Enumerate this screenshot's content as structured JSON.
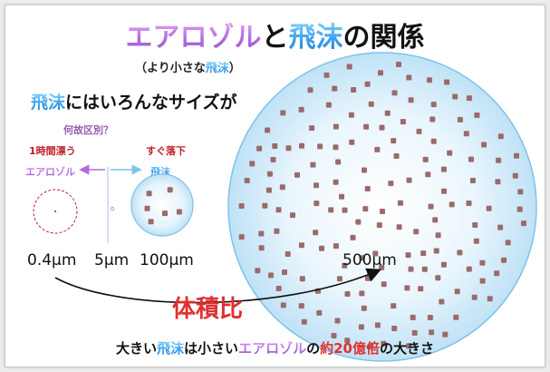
{
  "title": {
    "part1": "エアロゾル",
    "part2": "と",
    "part3": "飛沫",
    "part4": "の関係"
  },
  "subtitle": {
    "open": "（より小さな",
    "hl": "飛沫",
    "close": "）"
  },
  "heading2": {
    "hl": "飛沫",
    "rest": "にはいろんなサイズが"
  },
  "question": "何故区別？",
  "left_label": {
    "top": "1時間漂う",
    "name": "エアロゾル"
  },
  "mid_label": {
    "top": "すぐ落下",
    "name": "飛沫"
  },
  "sizes": [
    "0.4μm",
    "5μm",
    "100μm",
    "500μm"
  ],
  "ratio_label": "体積比",
  "bottom": {
    "a": "大きい",
    "b": "飛沫",
    "c": "は小さい",
    "d": "エアロゾル",
    "e": "の",
    "f": "約20億倍",
    "g": "の大きさ"
  },
  "colors": {
    "droplet": "#9b6a6a",
    "circle_fill": "#dff0fb",
    "circle_stroke": "#7fc2ea",
    "red": "#e03030",
    "purple": "#b06be0",
    "blue": "#3aa0ee"
  }
}
